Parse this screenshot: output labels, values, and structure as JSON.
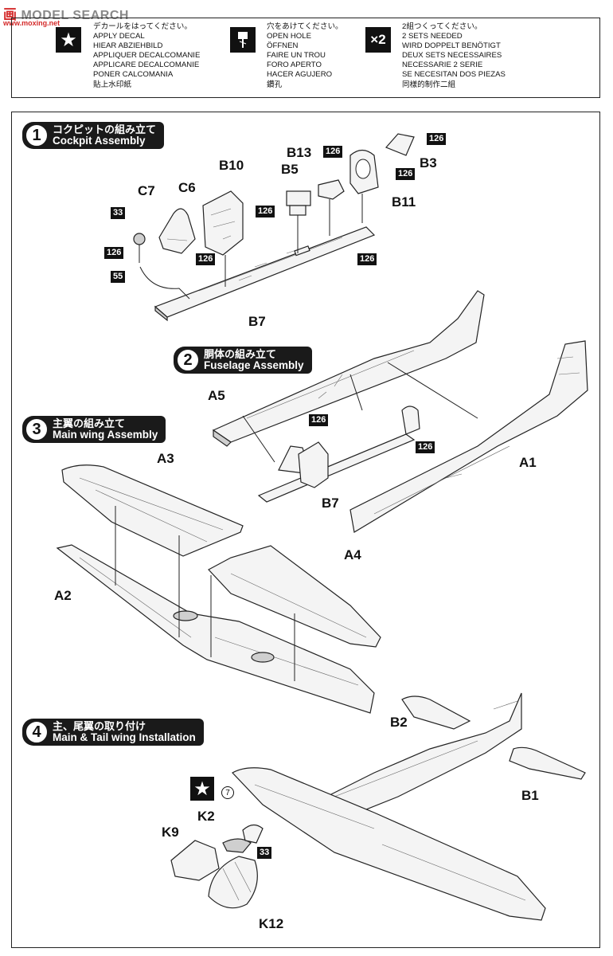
{
  "watermark": {
    "cn": "画",
    "brand": "MODEL SEARCH",
    "url": "www.moxing.net"
  },
  "legend": [
    {
      "icon": "star-icon",
      "symbol": "★",
      "text": "デカールをはってください。\nAPPLY DECAL\nHIEAR ABZIEHBILD\nAPPLIQUER DECALCOMANIE\nAPPLICARE DECALCOMANIE\nPONER CALCOMANIA\n貼上水印紙"
    },
    {
      "icon": "drill-icon",
      "symbol": "",
      "text": "穴をあけてください。\nOPEN HOLE\nÖFFNEN\nFAIRE UN TROU\nFORO APERTO\nHACER AGUJERO\n鑽孔"
    },
    {
      "icon": "x2-icon",
      "symbol": "×2",
      "text": "2組つくってください。\n2 SETS NEEDED\nWIRD DOPPELT BENÖTIGT\nDEUX SETS NECESSAIRES\nNECESSARIE 2 SERIE\nSE NECESITAN DOS PIEZAS\n同樣的制作二組"
    }
  ],
  "steps": [
    {
      "num": "1",
      "jp": "コクピットの組み立て",
      "en": "Cockpit Assembly"
    },
    {
      "num": "2",
      "jp": "胴体の組み立て",
      "en": "Fuselage Assembly"
    },
    {
      "num": "3",
      "jp": "主翼の組み立て",
      "en": "Main wing Assembly"
    },
    {
      "num": "4",
      "jp": "主、尾翼の取り付け",
      "en": "Main & Tail wing Installation"
    }
  ],
  "parts": {
    "c7": "C7",
    "c6": "C6",
    "b10": "B10",
    "b13": "B13",
    "b5": "B5",
    "b3": "B3",
    "b11": "B11",
    "b7a": "B7",
    "a5": "A5",
    "a1": "A1",
    "b7b": "B7",
    "a3": "A3",
    "a2": "A2",
    "a4": "A4",
    "b2": "B2",
    "b1": "B1",
    "k2": "K2",
    "k9": "K9",
    "k12": "K12"
  },
  "colors": {
    "s1_33": "33",
    "s1_126_c7": "126",
    "s1_55": "55",
    "s1_126_c6": "126",
    "s1_126_b5": "126",
    "s1_126_b13": "126",
    "s1_126_b3": "126",
    "s1_126_b11": "126",
    "s1_126_floor": "126",
    "s2_126_a5": "126",
    "s2_126_a1": "126",
    "s4_33": "33"
  },
  "decal_ref": "7",
  "decal_star": "★"
}
